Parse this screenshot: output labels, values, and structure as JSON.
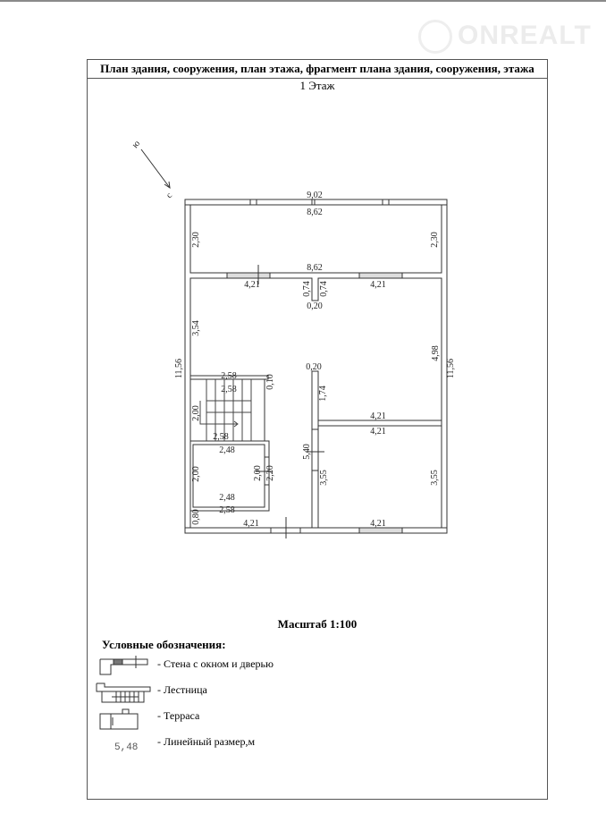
{
  "watermark": "ONREALT",
  "header": {
    "title": "План здания, сооружения, план этажа, фрагмент плана здания, сооружения, этажа",
    "floor": "1 Этаж"
  },
  "compass": {
    "start": "ю",
    "end": "с"
  },
  "dimensions": {
    "outer_top": "9,02",
    "top_inner": "8,62",
    "top_left": "2,30",
    "top_right": "2,30",
    "mid_wall": "8,62",
    "win_left": "4,21",
    "win_right": "4,21",
    "stub_l": "0,74",
    "stub_r": "0,74",
    "stub_w": "0,20",
    "hall_left": "3,54",
    "right_upper": "4,98",
    "total_left": "11,56",
    "total_right": "11,56",
    "stair_top": "2,58",
    "stair_wall": "0,10",
    "stair_inner": "2,58",
    "stair_h": "2,00",
    "stair_bottom": "2,58",
    "small_top": "2,48",
    "part_w": "0,20",
    "part_h": "1,74",
    "ru_bottom": "4,21",
    "rl_top": "4,21",
    "wall_len": "5,40",
    "small_door": "2,00",
    "small_outer": "2,20",
    "small_h": "2,00",
    "rl_left": "3,55",
    "rl_right": "3,55",
    "small_bottom": "2,48",
    "strip_top": "2,58",
    "strip_h": "0,80",
    "bottom_left": "4,21",
    "bottom_right": "4,21"
  },
  "scale": "Масштаб 1:100",
  "legend": {
    "title": "Условные обозначения:",
    "items": [
      "- Стена с окном и дверью",
      "- Лестница",
      "- Терраса",
      "- Линейный размер,м"
    ],
    "sample": "5,48"
  }
}
